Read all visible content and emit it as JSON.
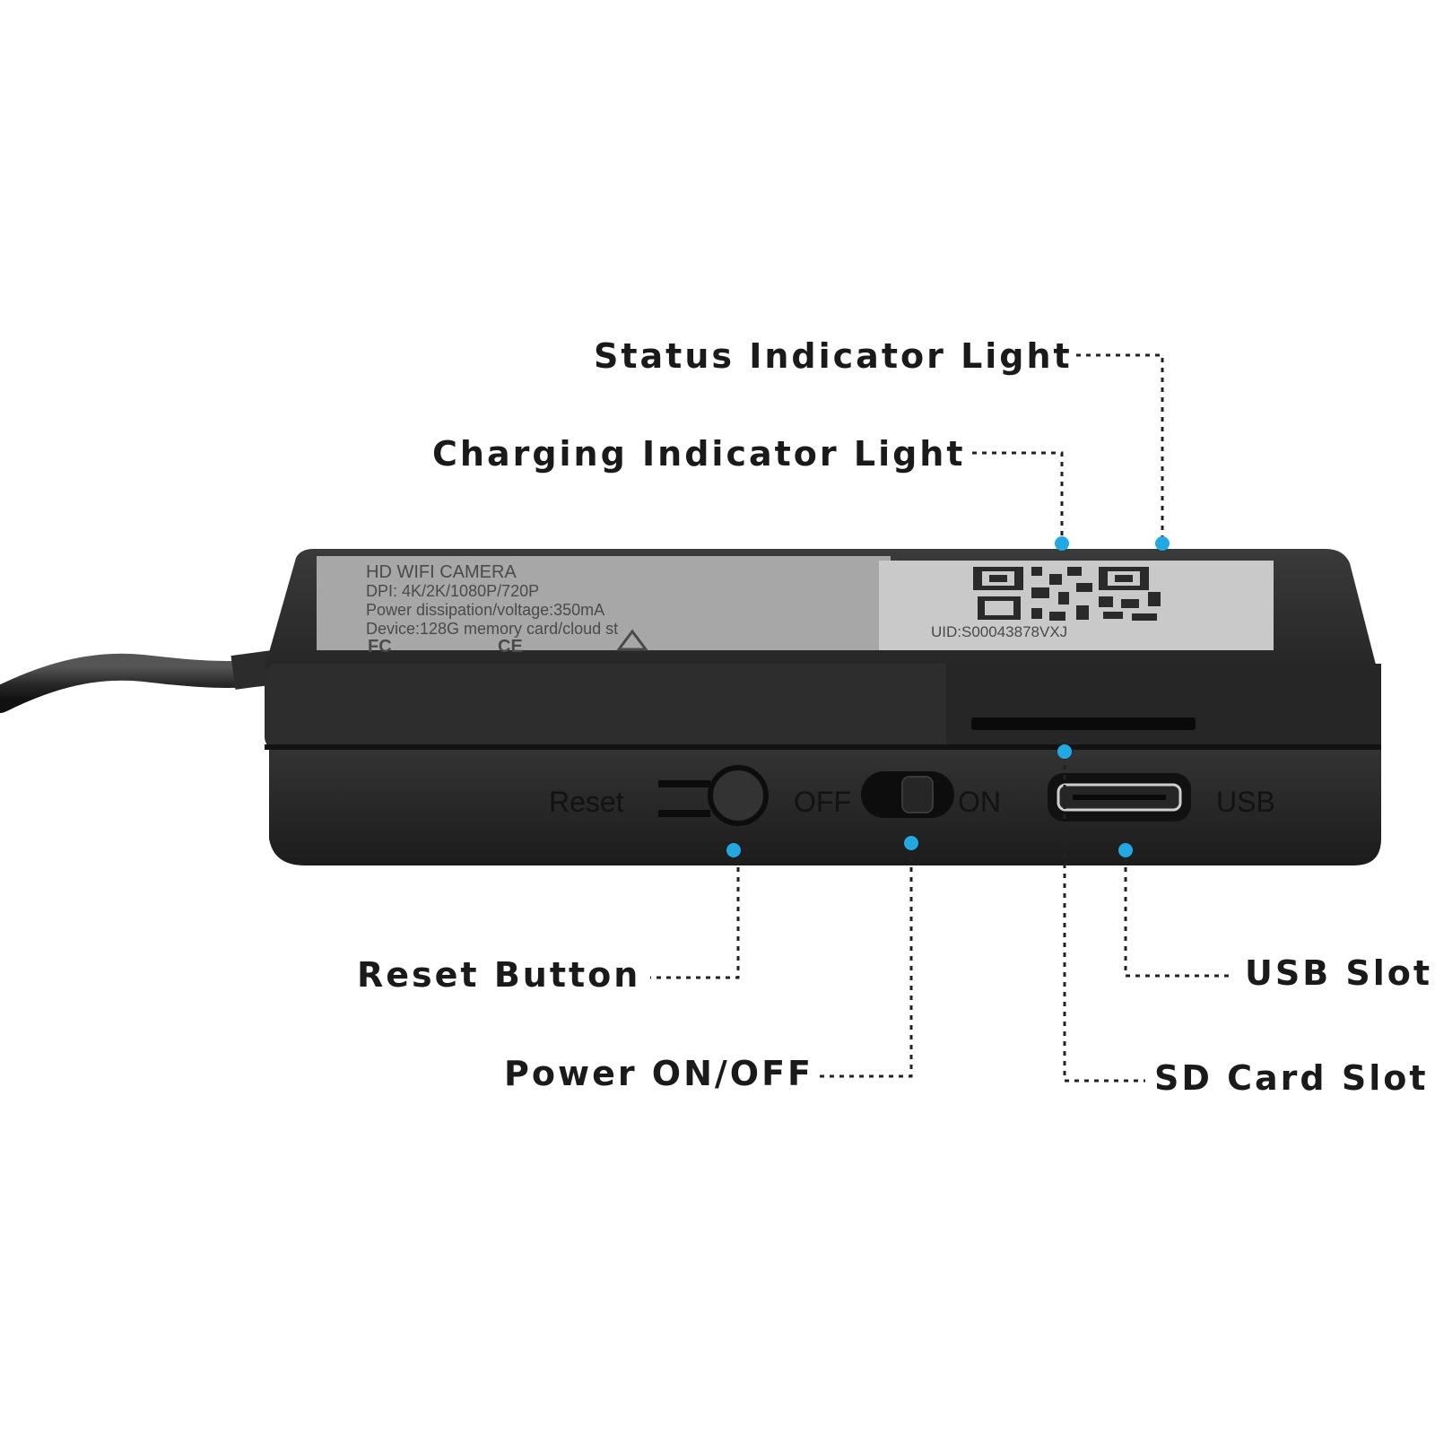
{
  "callouts": {
    "status_indicator": "Status Indicator Light",
    "charging_indicator": "Charging Indicator Light",
    "reset_button": "Reset Button",
    "power_switch": "Power ON/OFF",
    "usb_slot": "USB Slot",
    "sd_card_slot": "SD Card Slot"
  },
  "device": {
    "sticker_lines": [
      "HD WIFI CAMERA",
      "DPI: 4K/2K/1080P/720P",
      "Power dissipation/voltage:350mA",
      "Device:128G memory card/cloud st"
    ],
    "cert_marks": [
      "FC",
      "CE"
    ],
    "uid_text": "UID:S00043878VXJ",
    "port_labels": {
      "reset": "Reset",
      "off": "OFF",
      "on": "ON",
      "usb": "USB"
    }
  },
  "colors": {
    "marker": "#22a9e1",
    "device_body": "#2b2b2b",
    "label_text": "#1a1a1a"
  }
}
